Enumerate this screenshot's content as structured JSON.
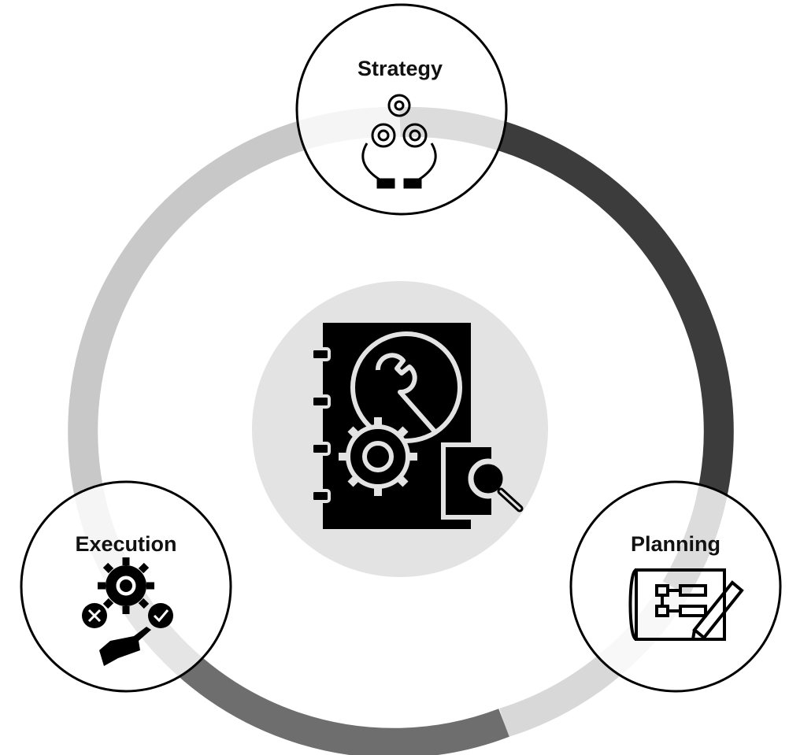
{
  "diagram": {
    "nodes": [
      {
        "id": "strategy",
        "label": "Strategy",
        "icon": "gears-in-hands-icon"
      },
      {
        "id": "planning",
        "label": "Planning",
        "icon": "blueprint-pencil-icon"
      },
      {
        "id": "execution",
        "label": "Execution",
        "icon": "gear-hand-check-icon"
      }
    ],
    "center": {
      "icon": "manual-wrench-gear-search-icon"
    },
    "colors": {
      "ring_segment_strategy_planning": "#3c3c3c",
      "ring_segment_planning_execution": "#d6d6d6",
      "ring_segment_execution_strategy": "#c8c8c8",
      "ring_segment_bottom": "#6e6e6e",
      "center_disc": "#e3e3e3",
      "node_fill": "#ffffff",
      "node_stroke": "#000000",
      "icon": "#000000"
    }
  }
}
